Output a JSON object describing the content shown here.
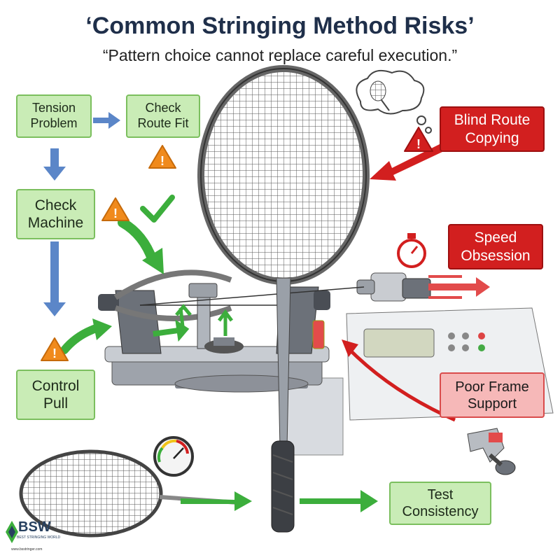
{
  "header": {
    "title": "‘Common Stringing Method Risks’",
    "subtitle": "“Pattern choice cannot replace careful execution.”"
  },
  "flow_steps": [
    {
      "label": "Tension\nProblem"
    },
    {
      "label": "Check\nRoute Fit"
    },
    {
      "label": "Check\nMachine"
    },
    {
      "label": "Control\nPull"
    },
    {
      "label": "Test\nConsistency"
    }
  ],
  "risks": [
    {
      "label": "Blind Route\nCopying"
    },
    {
      "label": "Speed\nObsession"
    },
    {
      "label": "Poor Frame\nSupport"
    }
  ],
  "logo": {
    "text": "BSW",
    "tagline": "BEST STRINGING WORLD",
    "url": "www.bsstringer.com"
  },
  "colors": {
    "green_fill": "#c9ecb6",
    "green_border": "#7bbf5e",
    "risk_red": "#d21f1f",
    "risk_pink": "#f6b8b8",
    "flow_arrow_blue": "#5b86c8",
    "flow_arrow_green": "#3cae3c",
    "warning_orange": "#f08a1c",
    "title_navy": "#1f2f4a"
  },
  "icons": [
    "warning-icon",
    "checkmark-icon",
    "thought-bubble-icon",
    "stopwatch-icon",
    "tension-gauge-icon",
    "frame-clamp-icon",
    "racquet-icon",
    "stringing-machine-icon"
  ]
}
